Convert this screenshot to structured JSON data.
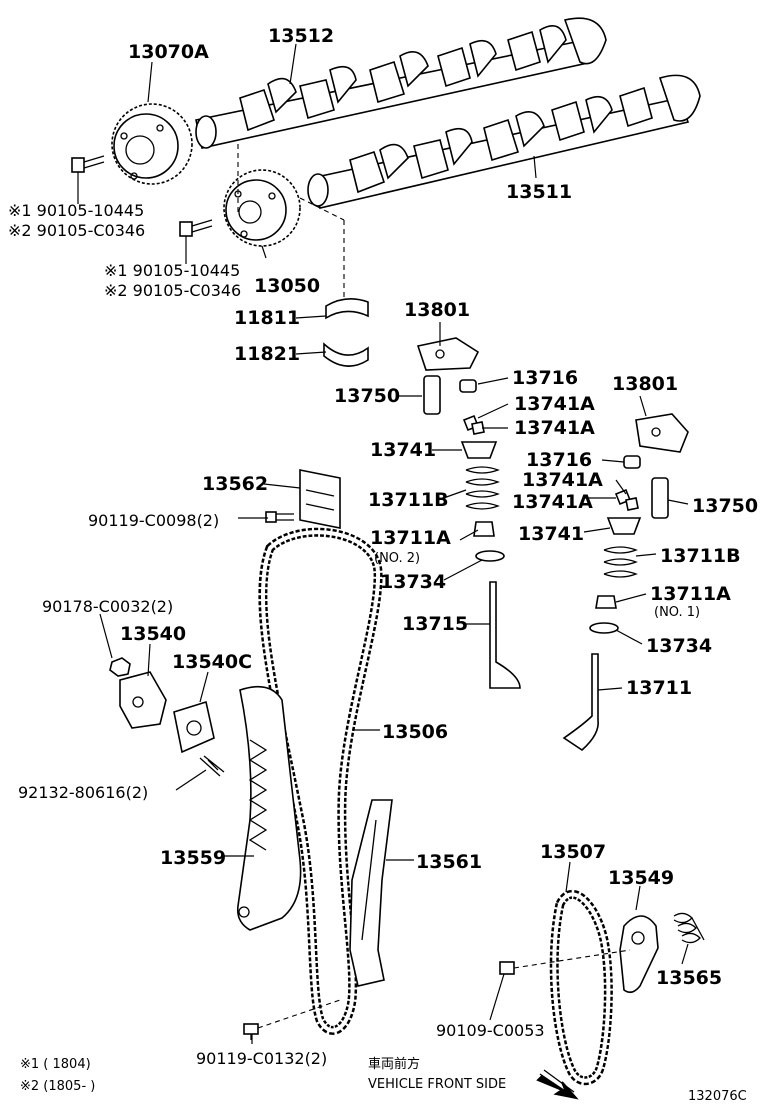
{
  "labels": {
    "sprocket_a": "13070A",
    "camshaft_top": "13512",
    "camshaft_lower": "13511",
    "sprocket_b": "13050",
    "bolt_a_1": "※1 90105-10445",
    "bolt_a_2": "※2 90105-C0346",
    "bolt_b_1": "※1 90105-10445",
    "bolt_b_2": "※2 90105-C0346",
    "bearing_upper": "11811",
    "bearing_lower": "11821",
    "rocker_left": "13801",
    "rocker_right": "13801",
    "adjuster_left": "13750",
    "adjuster_right": "13750",
    "shim_left": "13716",
    "shim_right": "13716",
    "keeper_l1": "13741A",
    "keeper_l2": "13741A",
    "keeper_r1": "13741A",
    "keeper_r2": "13741A",
    "retainer_left": "13741",
    "retainer_right": "13741",
    "spring_left": "13711B",
    "spring_right": "13711B",
    "seal_left": "13711A",
    "seal_left_note": "(NO. 2)",
    "seal_right": "13711A",
    "seal_right_note": "(NO. 1)",
    "seat_left": "13734",
    "seat_right": "13734",
    "exhaust_valve": "13715",
    "intake_valve": "13711",
    "damper": "13562",
    "damper_bolt": "90119-C0098(2)",
    "tensioner_bolt": "90178-C0032(2)",
    "tensioner": "13540",
    "gasket": "13540C",
    "stud": "92132-80616(2)",
    "timing_chain": "13506",
    "slipper_guide": "13559",
    "chain_guide": "13561",
    "guide_bolt": "90119-C0132(2)",
    "oil_pump_chain": "13507",
    "chain_tensioner_arm": "13549",
    "tensioner_spring": "13565",
    "arm_bolt": "90109-C0053"
  },
  "footnotes": {
    "note1": "※1 (          1804)",
    "note2": "※2 (1805-          )"
  },
  "direction": {
    "japanese": "車両前方",
    "english": "VEHICLE FRONT SIDE"
  },
  "diagram_code": "132076C"
}
